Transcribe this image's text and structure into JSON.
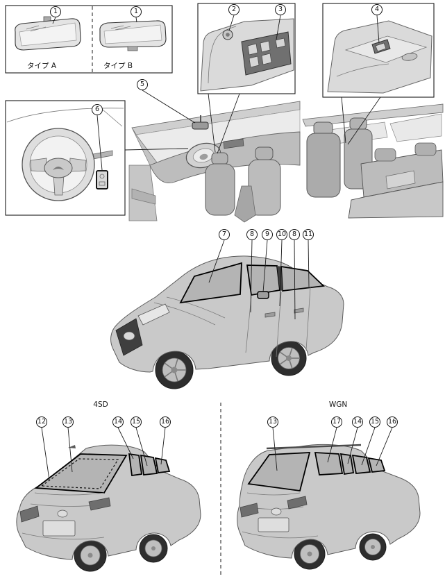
{
  "labels": {
    "type_a": "タイプ A",
    "type_b": "タイプ B",
    "sedan_code": "4SD",
    "wagon_code": "WGN"
  },
  "callouts": {
    "c1a": "1",
    "c1b": "1",
    "c2": "2",
    "c3": "3",
    "c4": "4",
    "c5": "5",
    "c6": "6",
    "c7": "7",
    "c8a": "8",
    "c9": "9",
    "c10": "10",
    "c8b": "8",
    "c11": "11",
    "c12": "12",
    "c13a": "13",
    "c14a": "14",
    "c15a": "15",
    "c16a": "16",
    "c13b": "13",
    "c17": "17",
    "c14b": "14",
    "c15b": "15",
    "c16b": "16"
  },
  "colors": {
    "line": "#1a1a1a",
    "car_body": "#c9c9c9",
    "glass": "#b4b4b4",
    "background": "#ffffff"
  }
}
